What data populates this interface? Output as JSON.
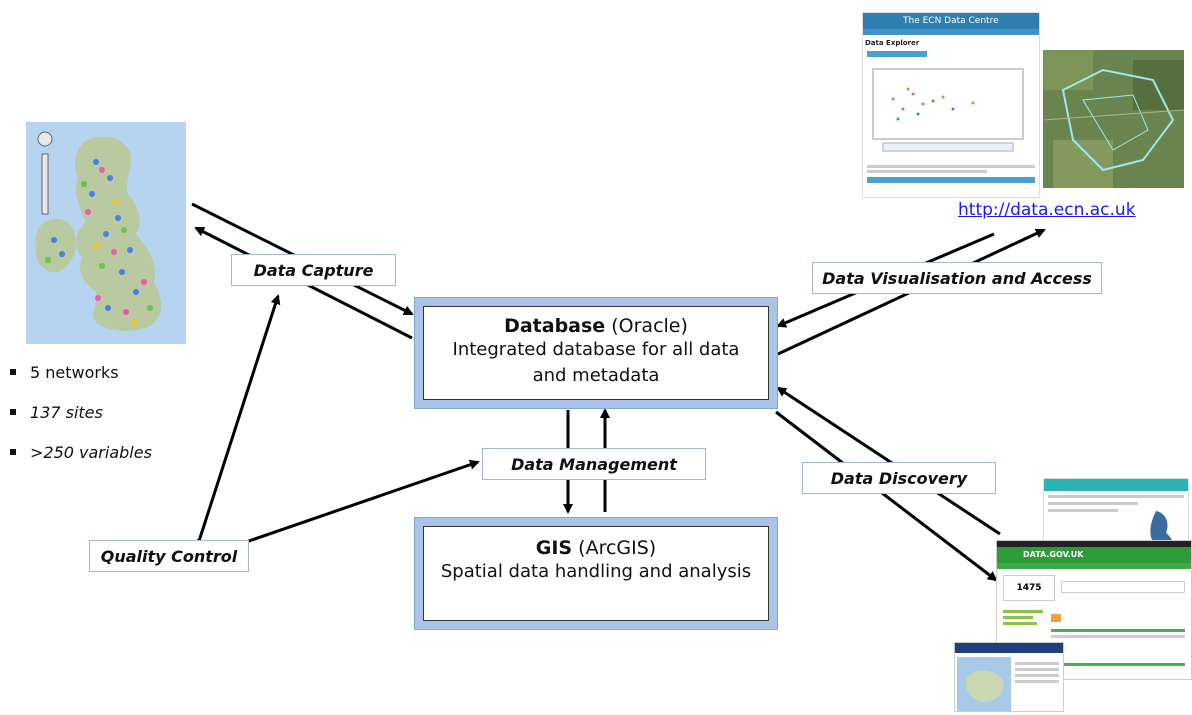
{
  "database": {
    "title_bold": "Database",
    "title_rest": " (Oracle)",
    "desc_line1": "Integrated database for all data",
    "desc_line2": "and metadata"
  },
  "gis": {
    "title_bold": "GIS",
    "title_rest": " (ArcGIS)",
    "desc": "Spatial data handling and analysis"
  },
  "labels": {
    "data_capture": "Data Capture",
    "data_management": "Data Management",
    "quality_control": "Quality Control",
    "data_visualisation": "Data Visualisation and  Access",
    "data_discovery": "Data Discovery"
  },
  "bullets": [
    "5 networks",
    "137 sites",
    ">250 variables"
  ],
  "url": "http://data.ecn.ac.uk",
  "ecn_screenshot": {
    "title": "The ECN Data Centre",
    "heading": "Data Explorer"
  },
  "catalogue_screenshot": {
    "header": "DATA.GOV.UK",
    "count": "1475"
  },
  "colors": {
    "box_border": "#a9c4e6",
    "label_border": "#9fb7d9",
    "url": "#1a1aee",
    "arrow": "#000000"
  }
}
